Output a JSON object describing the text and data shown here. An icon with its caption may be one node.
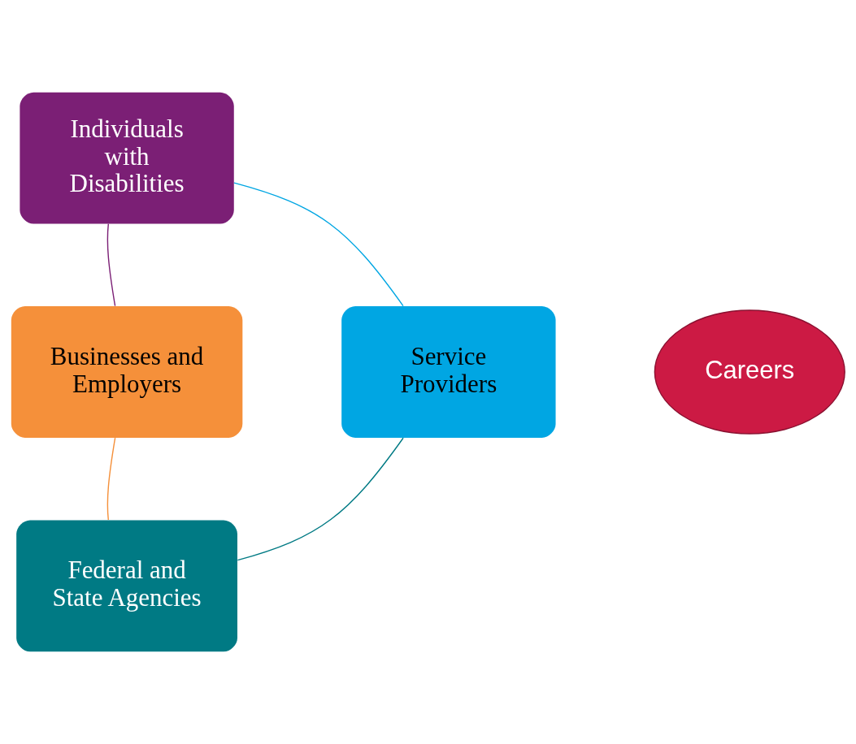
{
  "diagram": {
    "nodes": [
      {
        "text": [
          "Individuals with Disabilities"
        ]
      },
      {
        "text": [
          "Service Providers"
        ]
      },
      {
        "text": [
          "Careers"
        ]
      },
      {
        "text": [
          "Businesses and Employers"
        ]
      },
      {
        "text": [
          "Federal and State Agencies"
        ]
      }
    ],
    "edges": [
      {
        "from": 0,
        "to": 3,
        "arrow": "none",
        "color": "#7b1f75"
      },
      {
        "from": 3,
        "to": 4,
        "arrow": "none",
        "color": "#f5903a"
      },
      {
        "from": 4,
        "to": 1,
        "arrow": "none",
        "color": "#007a84"
      },
      {
        "from": 1,
        "to": 0,
        "arrow": "none",
        "color": "#00a6e3"
      }
    ]
  }
}
